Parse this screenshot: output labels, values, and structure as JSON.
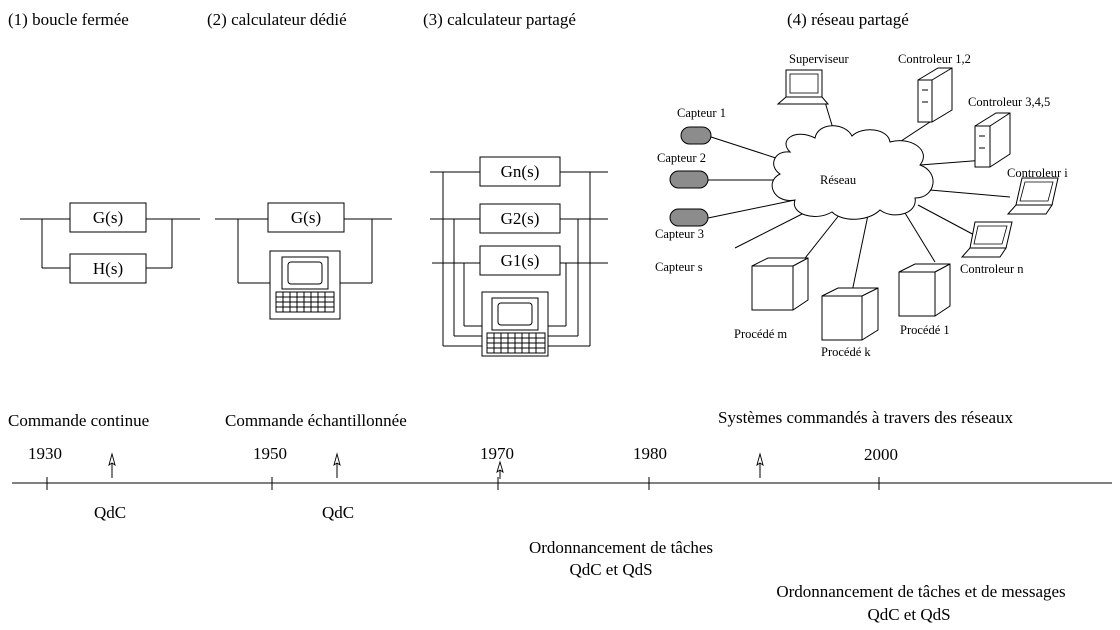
{
  "panels": {
    "p1_title": "(1) boucle fermée",
    "p2_title": "(2) calculateur dédié",
    "p3_title": "(3) calculateur partagé",
    "p4_title": "(4) réseau partagé"
  },
  "blocks": {
    "p1_g": "G(s)",
    "p1_h": "H(s)",
    "p2_g": "G(s)",
    "p3_gn": "Gn(s)",
    "p3_g2": "G2(s)",
    "p3_g1": "G1(s)"
  },
  "network": {
    "cloud": "Réseau",
    "superviseur": "Superviseur",
    "ctrl12": "Controleur 1,2",
    "ctrl345": "Controleur 3,4,5",
    "ctrli": "Controleur i",
    "ctrln": "Controleur n",
    "capteur1": "Capteur 1",
    "capteur2": "Capteur 2",
    "capteur3": "Capteur 3",
    "capteurs": "Capteur s",
    "procm": "Procédé m",
    "prock": "Procédé k",
    "proc1": "Procédé 1"
  },
  "timeline": {
    "era1": "Commande continue",
    "era2": "Commande échantillonnée",
    "era3": "Systèmes commandés à travers des réseaux",
    "years": [
      "1930",
      "1950",
      "1970",
      "1980",
      "2000"
    ],
    "qdc1": "QdC",
    "qdc2": "QdC",
    "sched1": "Ordonnancement de tâches",
    "sched1_sub": "QdC et QdS",
    "sched2": "Ordonnancement de tâches et de messages",
    "sched2_sub": "QdC et QdS"
  }
}
